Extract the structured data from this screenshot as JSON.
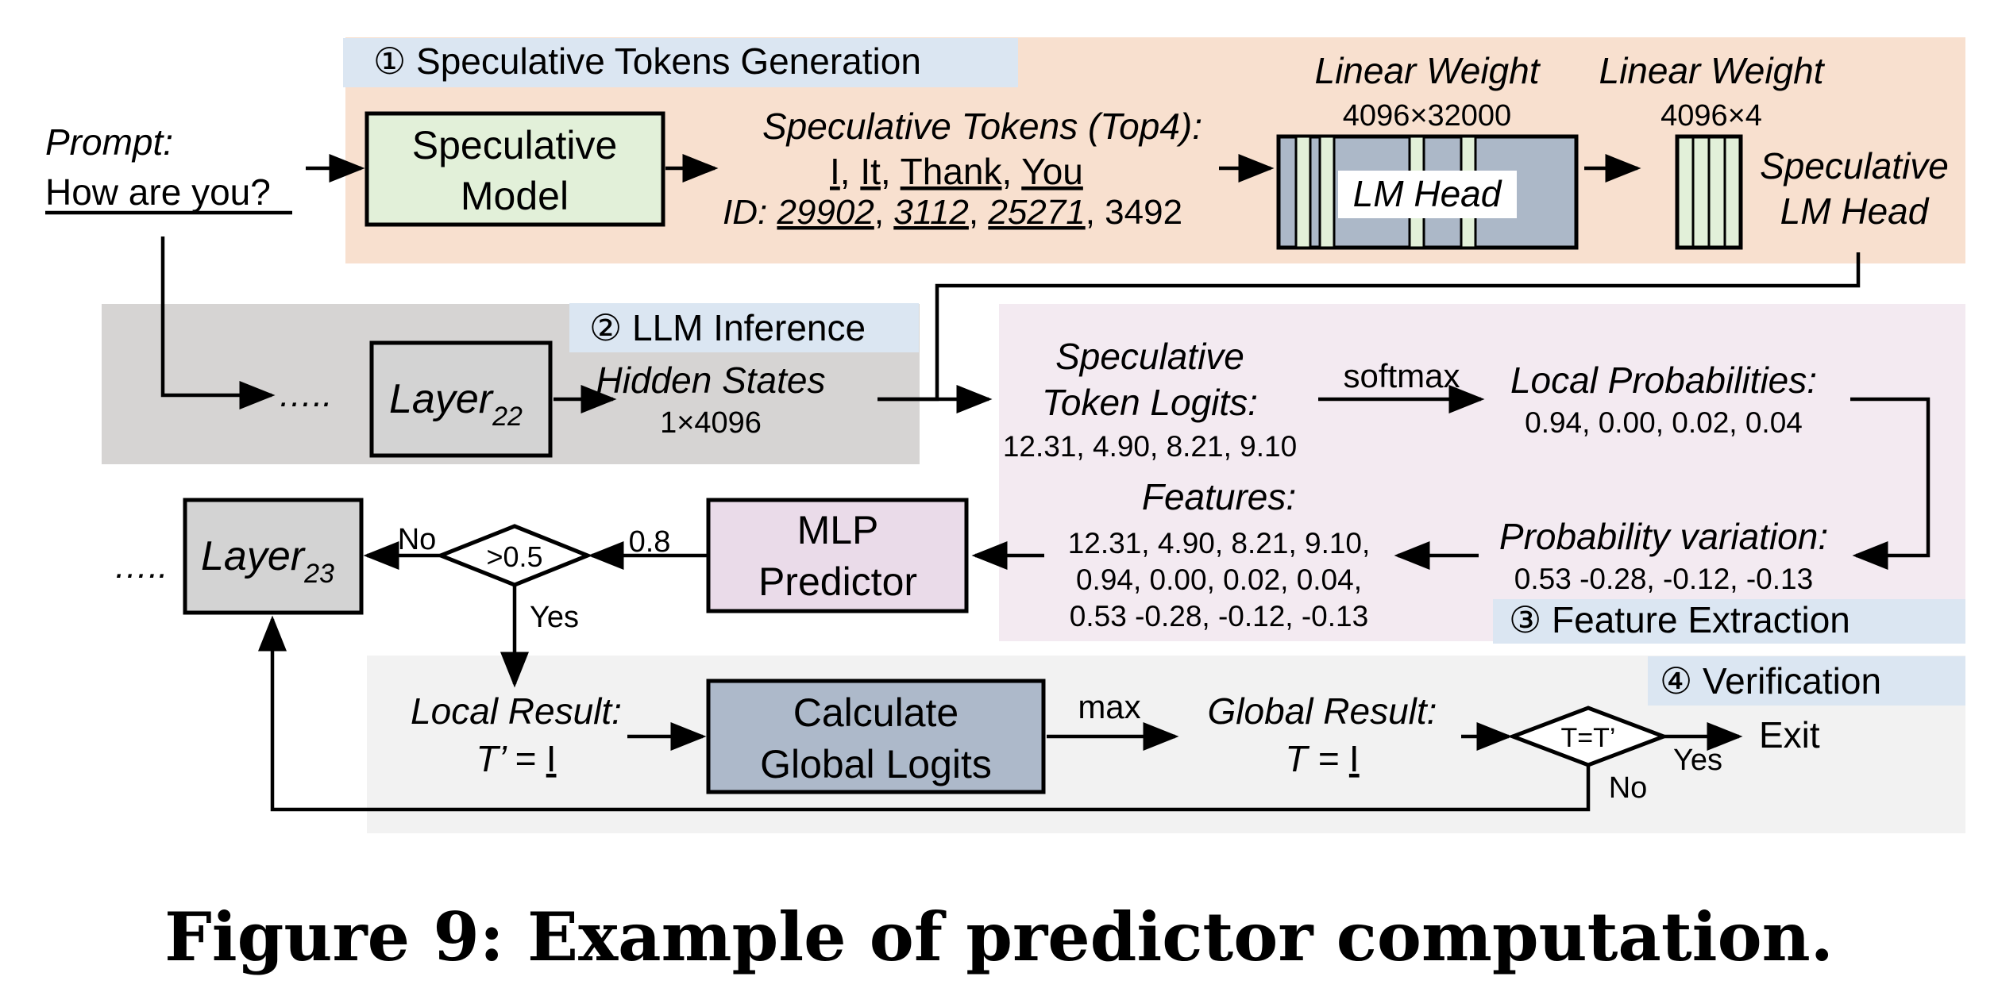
{
  "colors": {
    "section1_bg": "#f8e0cf",
    "section2_bg": "#d6d4d3",
    "section3_bg": "#f3eaf1",
    "section4_bg": "#f2f2f2",
    "label_tab_bg": "#dbe6f2",
    "speculative_model_fill": "#e2f0d9",
    "lm_head_fill": "#acb8c8",
    "weight_stripe_fill": "#e2f0d9",
    "mlp_fill": "#eadbe9",
    "calc_fill": "#adb9ca",
    "layer_fill": "#d3d3d3"
  },
  "sections": {
    "s1": "① Speculative Tokens Generation",
    "s2": "② LLM Inference",
    "s3": "③ Feature Extraction",
    "s4": "④ Verification"
  },
  "prompt": {
    "label": "Prompt:",
    "text": "How are you?"
  },
  "spec_model": {
    "line1": "Speculative",
    "line2": "Model"
  },
  "spec_tokens": {
    "title": "Speculative Tokens (Top4):",
    "tokens": [
      "I",
      "It",
      "Thank",
      "You"
    ],
    "id_label": "ID: ",
    "ids": [
      "29902",
      "3112",
      "25271",
      "3492"
    ]
  },
  "lm_weight": {
    "title": "Linear Weight",
    "dims": "4096×32000",
    "label": "LM Head"
  },
  "spec_weight": {
    "title": "Linear Weight",
    "dims": "4096×4",
    "label1": "Speculative",
    "label2": "LM Head"
  },
  "inference": {
    "dots_left": "…..",
    "layer22": "Layer",
    "layer22_sub": "22",
    "hidden_title": "Hidden States",
    "hidden_dims": "1×4096"
  },
  "features_block": {
    "logits_title1": "Speculative",
    "logits_title2": "Token Logits:",
    "logits_values": "12.31, 4.90, 8.21, 9.10",
    "softmax": "softmax",
    "local_prob_title": "Local Probabilities:",
    "local_prob_values": "0.94, 0.00, 0.02, 0.04",
    "prob_var_title": "Probability variation:",
    "prob_var_values": "0.53 -0.28, -0.12, -0.13",
    "features_title": "Features:",
    "features_line1": "12.31, 4.90, 8.21, 9.10,",
    "features_line2": "0.94, 0.00, 0.02, 0.04,",
    "features_line3": "0.53 -0.28, -0.12, -0.13"
  },
  "predictor": {
    "mlp_line1": "MLP",
    "mlp_line2": "Predictor",
    "score": "0.8",
    "threshold": ">0.5",
    "no": "No",
    "yes": "Yes",
    "dots": "…..",
    "layer23": "Layer",
    "layer23_sub": "23"
  },
  "verification": {
    "local_title": "Local Result:",
    "local_lhs": "T’ = ",
    "local_token": "I",
    "calc_line1": "Calculate",
    "calc_line2": "Global Logits",
    "max": "max",
    "global_title": "Global Result:",
    "global_lhs": "T = ",
    "global_token": "I",
    "check": "T=T’",
    "yes": "Yes",
    "no": "No",
    "exit": "Exit"
  },
  "caption": "Figure 9: Example of predictor computation."
}
